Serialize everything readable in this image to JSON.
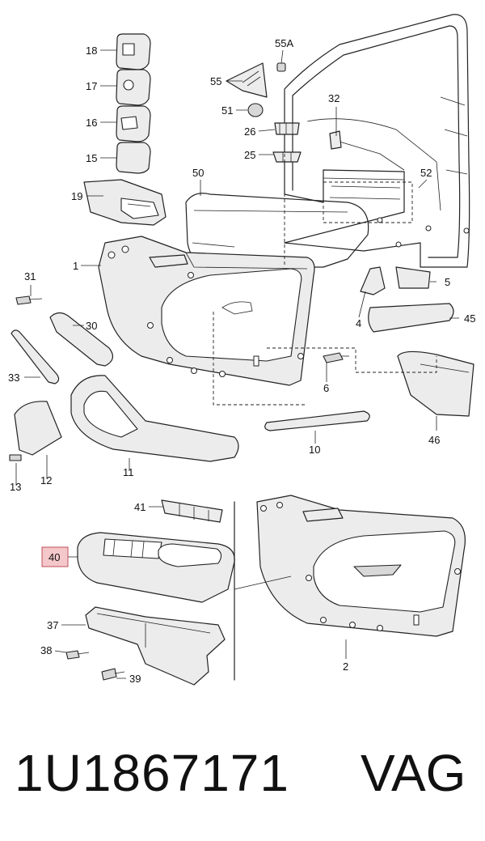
{
  "part_number": "1U1867171",
  "brand": "VAG",
  "highlight_color": "#f4c7cb",
  "highlight_border": "#c0505a",
  "labels": {
    "l18": "18",
    "l17": "17",
    "l16": "16",
    "l15": "15",
    "l19": "19",
    "l55a": "55A",
    "l55": "55",
    "l51": "51",
    "l26": "26",
    "l25": "25",
    "l32": "32",
    "l50": "50",
    "l52": "52",
    "l1": "1",
    "l31": "31",
    "l30": "30",
    "l5": "5",
    "l4": "4",
    "l45": "45",
    "l33": "33",
    "l6": "6",
    "l46": "46",
    "l12": "12",
    "l13": "13",
    "l11": "11",
    "l10": "10",
    "l41": "41",
    "l40": "40",
    "l37": "37",
    "l38": "38",
    "l39": "39",
    "l2": "2"
  }
}
